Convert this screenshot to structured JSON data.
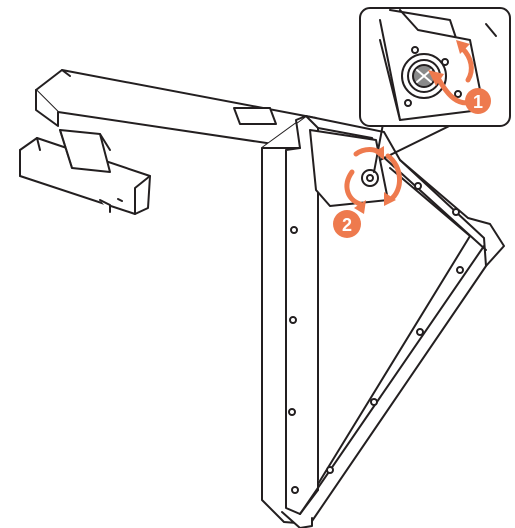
{
  "illustration": {
    "subject": "monitor-stand-base",
    "line_color": "#231f20",
    "fill_color": "#ffffff",
    "accent_color": "#ee7a4e",
    "arrow_color": "#ee7a4e"
  },
  "steps": [
    {
      "number": "1"
    },
    {
      "number": "2"
    }
  ]
}
